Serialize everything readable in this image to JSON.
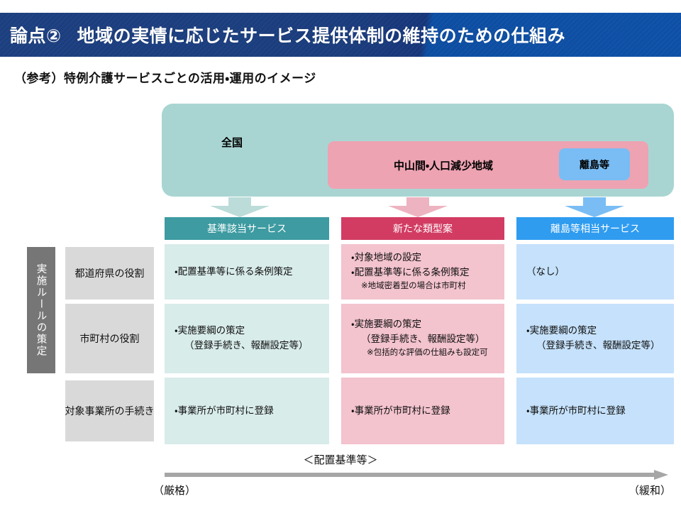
{
  "header": {
    "tag": "論点②",
    "title": "地域の実情に応じたサービス提供体制の維持のための仕組み",
    "background_color": "#1c3f80",
    "accent_color": "#0e50a6"
  },
  "subtitle": "（参考）特例介護サービスごとの活用・運用のイメージ",
  "overview": {
    "nationwide_label": "全国",
    "nationwide_color": "#a8d5d2",
    "region_label": "中山間・人口減少地域",
    "region_color": "#eda3b2",
    "island_label": "離島等",
    "island_color": "#79bdf4"
  },
  "arrows": {
    "teal": "down-arrow-teal",
    "pink": "down-arrow-pink",
    "blue": "down-arrow-blue"
  },
  "columns": [
    {
      "header": "基準該当サービス",
      "header_color": "#3d9ba1",
      "body_color": "#d8ecea"
    },
    {
      "header": "新たな類型案",
      "header_color": "#d23c63",
      "body_color": "#f3c3ce"
    },
    {
      "header": "離島等相当サービス",
      "header_color": "#2f9cf0",
      "body_color": "#c5e1fb"
    }
  ],
  "row_group": {
    "spine_label": "実施ルールの策定",
    "spine_color": "#767676"
  },
  "rows": [
    {
      "label": "都道府県の役割",
      "label_color": "#d9d9d9",
      "cells": [
        {
          "lines": [
            "・配置基準等に係る条例策定"
          ],
          "notes": []
        },
        {
          "lines": [
            "・対象地域の設定",
            "・配置基準等に係る条例策定"
          ],
          "notes": [
            "※地域密着型の場合は市町村"
          ]
        },
        {
          "lines": [
            "（なし）"
          ],
          "notes": []
        }
      ]
    },
    {
      "label": "市町村の役割",
      "label_color": "#d9d9d9",
      "cells": [
        {
          "lines": [
            "・実施要綱の策定",
            "（登録手続き、報酬設定等）"
          ],
          "notes": []
        },
        {
          "lines": [
            "・実施要綱の策定",
            "（登録手続き、報酬設定等）"
          ],
          "notes": [
            "※包括的な評価の仕組みも設定可"
          ]
        },
        {
          "lines": [
            "・実施要綱の策定",
            "（登録手続き、報酬設定等）"
          ],
          "notes": []
        }
      ]
    },
    {
      "label": "対象事業所の手続き",
      "label_color": "#d9d9d9",
      "cells": [
        {
          "lines": [
            "・事業所が市町村に登録"
          ],
          "notes": []
        },
        {
          "lines": [
            "・事業所が市町村に登録"
          ],
          "notes": []
        },
        {
          "lines": [
            "・事業所が市町村に登録"
          ],
          "notes": []
        }
      ]
    }
  ],
  "axis": {
    "caption": "＜配置基準等＞",
    "left_label": "（厳格）",
    "right_label": "（緩和）",
    "color": "#a6a6a6"
  }
}
